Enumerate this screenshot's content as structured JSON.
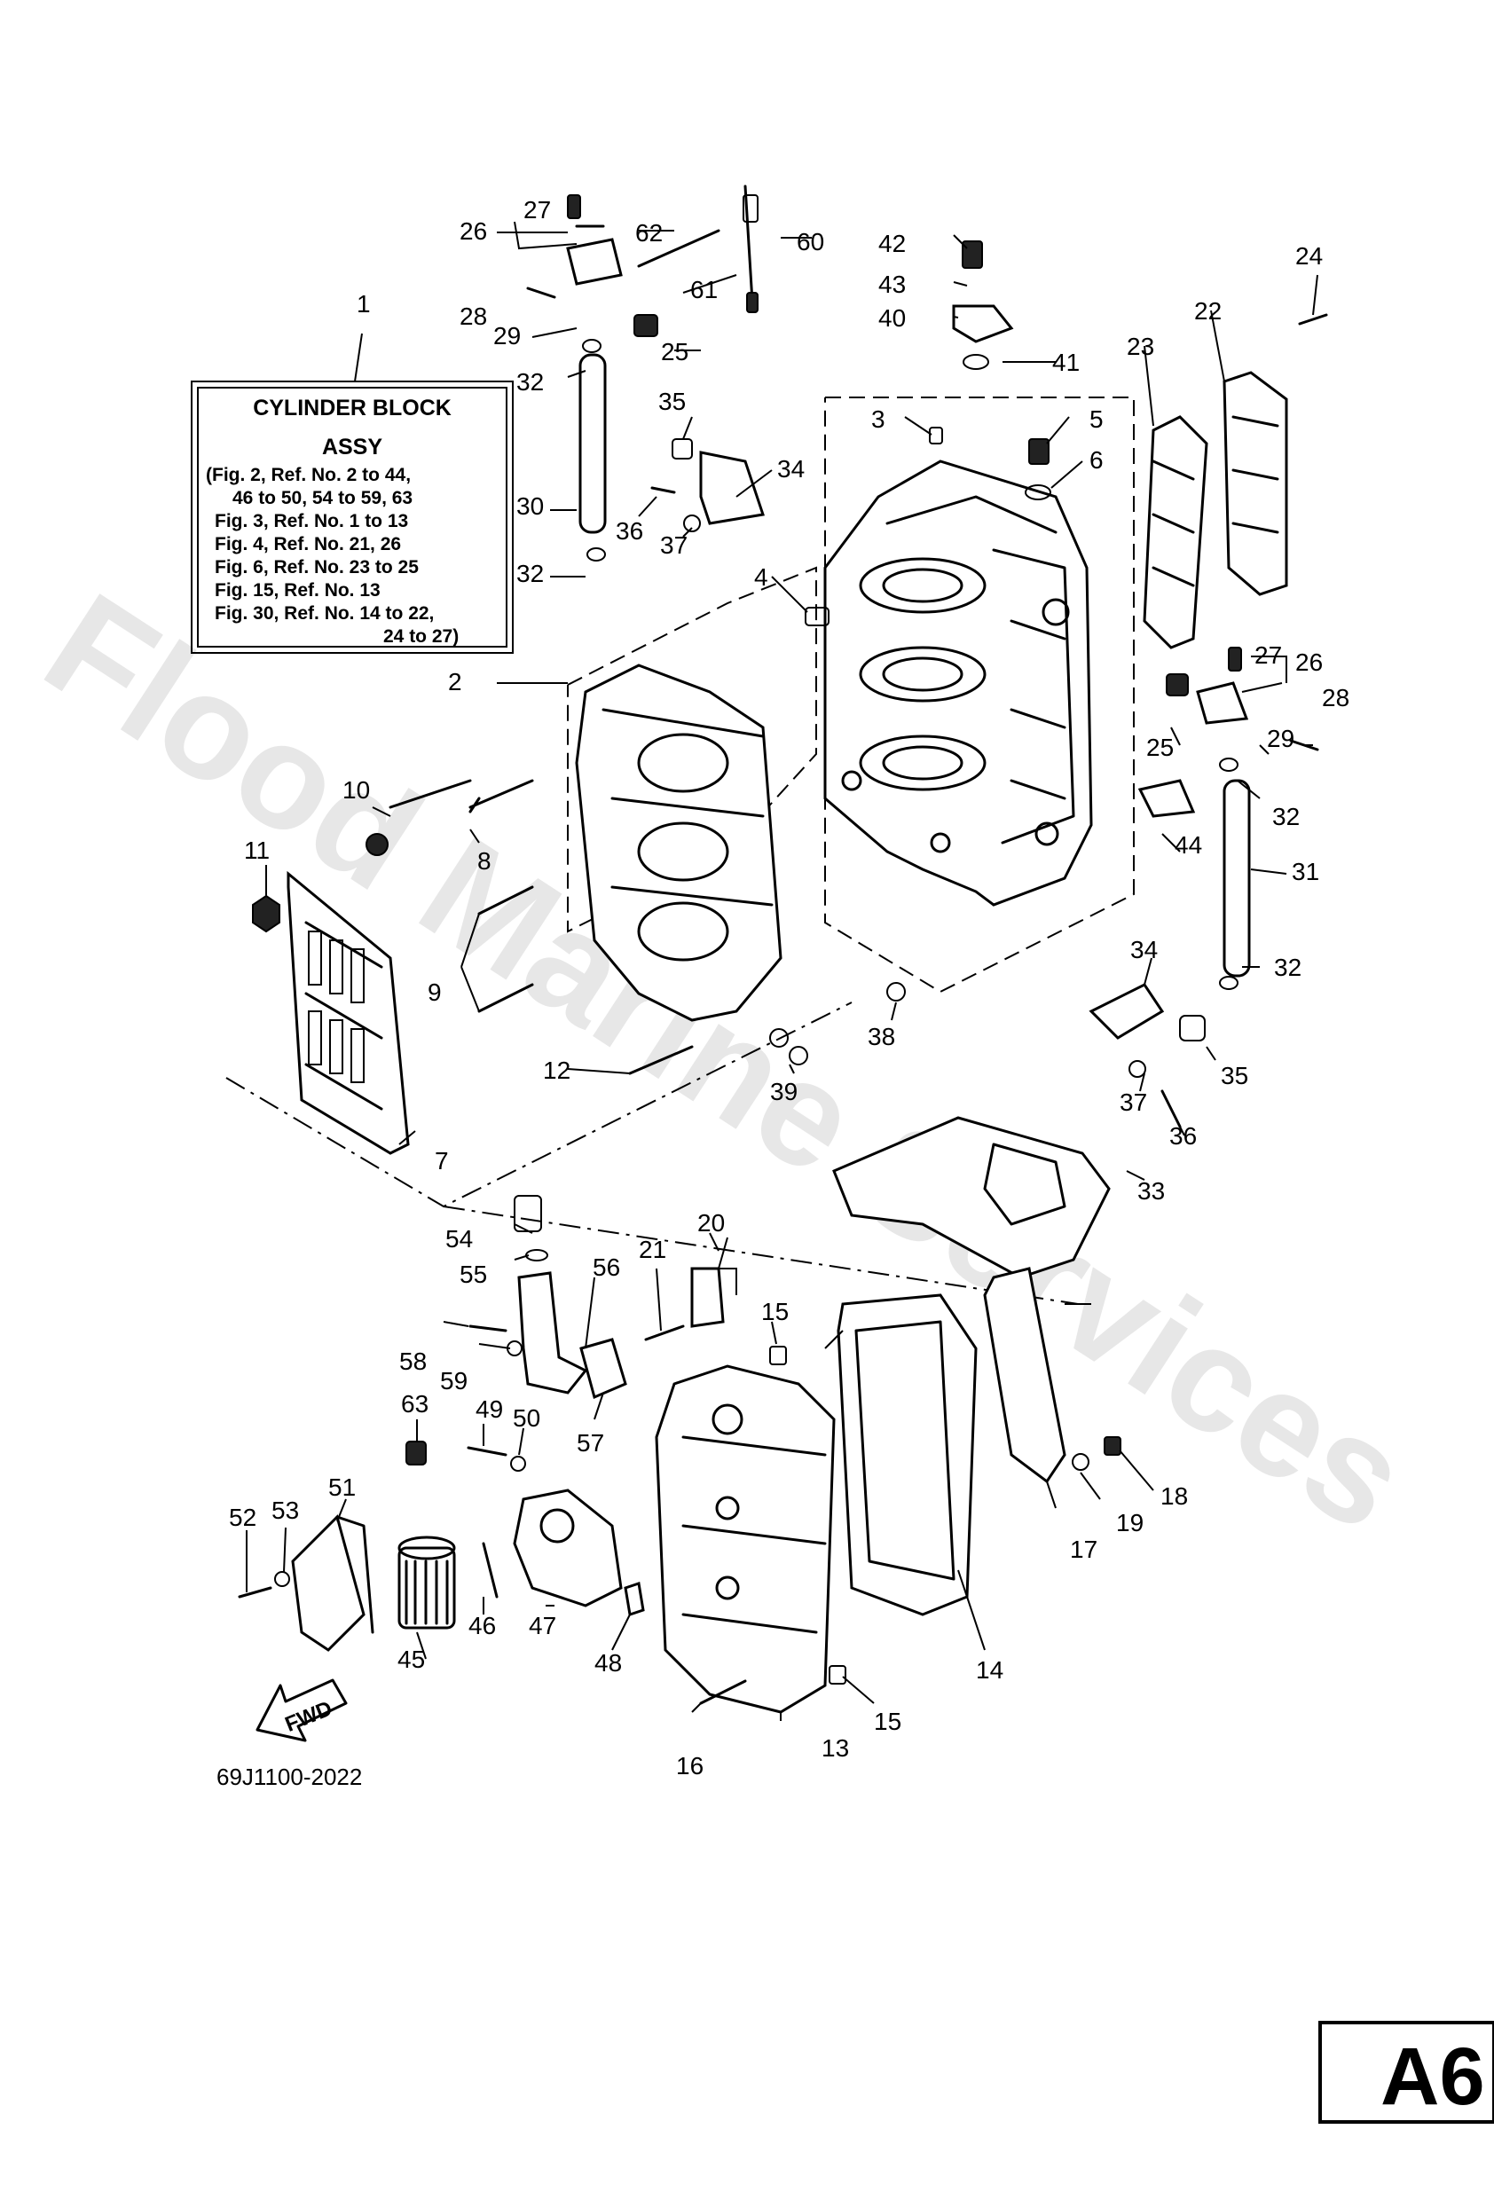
{
  "watermark": "Flood Marine Services",
  "legend_box": {
    "title_line1": "CYLINDER BLOCK",
    "title_line2": "ASSY",
    "lines": [
      "(Fig. 2, Ref. No. 2 to 44,",
      "46 to 50, 54 to 59, 63",
      "Fig. 3, Ref. No. 1 to 13",
      "Fig. 4, Ref. No. 21, 26",
      "Fig. 6, Ref. No. 23 to 25",
      "Fig. 15, Ref. No. 13",
      "Fig. 30, Ref. No. 14 to 22,",
      "24 to 27)"
    ]
  },
  "callouts": {
    "c1": "1",
    "c2": "2",
    "c3": "3",
    "c4": "4",
    "c5": "5",
    "c6": "6",
    "c7": "7",
    "c8": "8",
    "c9": "9",
    "c10": "10",
    "c11": "11",
    "c12": "12",
    "c13": "13",
    "c14": "14",
    "c15a": "15",
    "c15b": "15",
    "c16": "16",
    "c17": "17",
    "c18": "18",
    "c19": "19",
    "c20": "20",
    "c21": "21",
    "c22": "22",
    "c23": "23",
    "c24": "24",
    "c25a": "25",
    "c25b": "25",
    "c26a": "26",
    "c26b": "26",
    "c27a": "27",
    "c27b": "27",
    "c28a": "28",
    "c28b": "28",
    "c29a": "29",
    "c29b": "29",
    "c30": "30",
    "c31": "31",
    "c32a": "32",
    "c32b": "32",
    "c32c": "32",
    "c32d": "32",
    "c33": "33",
    "c34a": "34",
    "c34b": "34",
    "c35a": "35",
    "c35b": "35",
    "c36a": "36",
    "c36b": "36",
    "c37a": "37",
    "c37b": "37",
    "c38": "38",
    "c39": "39",
    "c40": "40",
    "c41": "41",
    "c42": "42",
    "c43": "43",
    "c44": "44",
    "c45": "45",
    "c46": "46",
    "c47": "47",
    "c48": "48",
    "c49": "49",
    "c50": "50",
    "c51": "51",
    "c52": "52",
    "c53": "53",
    "c54": "54",
    "c55": "55",
    "c56": "56",
    "c57": "57",
    "c58": "58",
    "c59": "59",
    "c60": "60",
    "c61": "61",
    "c62": "62",
    "c63": "63"
  },
  "fwd_label": "FWD",
  "drawing_code": "69J1100-2022",
  "page_tab": "A6"
}
